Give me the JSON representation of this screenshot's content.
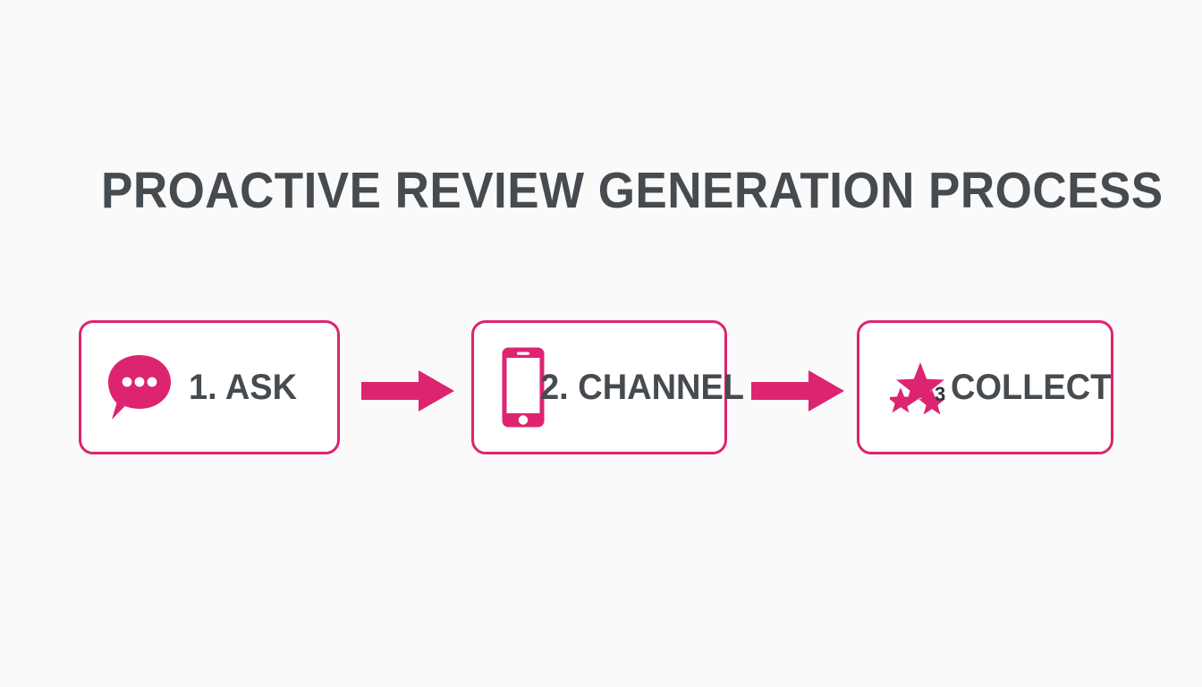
{
  "page": {
    "background_color": "#fbfafa",
    "title": "PROACTIVE REVIEW GENERATION PROCESS",
    "title_color": "#464b50",
    "accent_color": "#dd2470"
  },
  "flow": {
    "steps": [
      {
        "id": "ask",
        "number": "1.",
        "label": "1. ASK",
        "icon": "speech-bubble-icon",
        "box_border_color": "#dd2470",
        "box_fill_color": "#ffffff"
      },
      {
        "id": "channel",
        "number": "2.",
        "label": "2. CHANNEL",
        "icon": "smartphone-icon",
        "box_border_color": "#dd2470",
        "box_fill_color": "#ffffff"
      },
      {
        "id": "collect",
        "number": "3",
        "label": "COLLECT",
        "icon": "three-stars-icon",
        "box_border_color": "#dd2470",
        "box_fill_color": "#ffffff"
      }
    ],
    "connectors": [
      {
        "id": "arrow-1",
        "icon": "arrow-right-icon",
        "color": "#dd2470",
        "from": "ask",
        "to": "channel"
      },
      {
        "id": "arrow-2",
        "icon": "arrow-right-icon",
        "color": "#dd2470",
        "from": "channel",
        "to": "collect"
      }
    ]
  }
}
